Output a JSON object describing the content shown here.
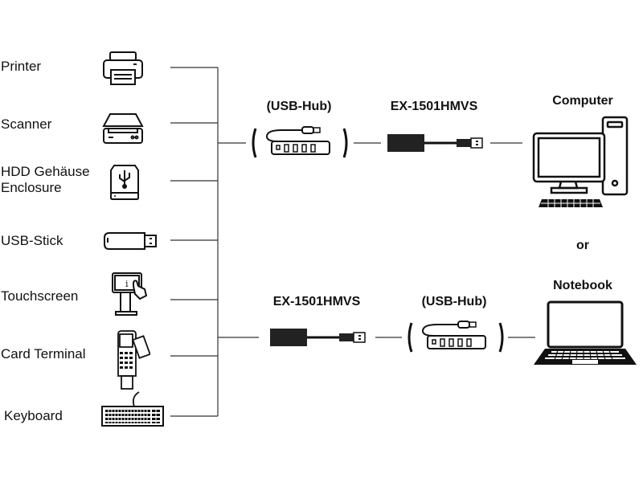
{
  "devices": [
    {
      "label": "Printer",
      "icon": "printer-icon"
    },
    {
      "label": "Scanner",
      "icon": "scanner-icon"
    },
    {
      "label_line1": "HDD Gehäuse",
      "label_line2": "Enclosure",
      "icon": "hdd-enclosure-icon"
    },
    {
      "label": "USB-Stick",
      "icon": "usb-stick-icon"
    },
    {
      "label": "Touchscreen",
      "icon": "touchscreen-kiosk-icon"
    },
    {
      "label": "Card Terminal",
      "icon": "card-terminal-icon"
    },
    {
      "label": "Keyboard",
      "icon": "keyboard-icon"
    }
  ],
  "top_path": {
    "hub_label": "(USB-Hub)",
    "adapter_label": "EX-1501HMVS",
    "host_label": "Computer"
  },
  "separator_label": "or",
  "bottom_path": {
    "adapter_label": "EX-1501HMVS",
    "hub_label": "(USB-Hub)",
    "host_label": "Notebook"
  }
}
